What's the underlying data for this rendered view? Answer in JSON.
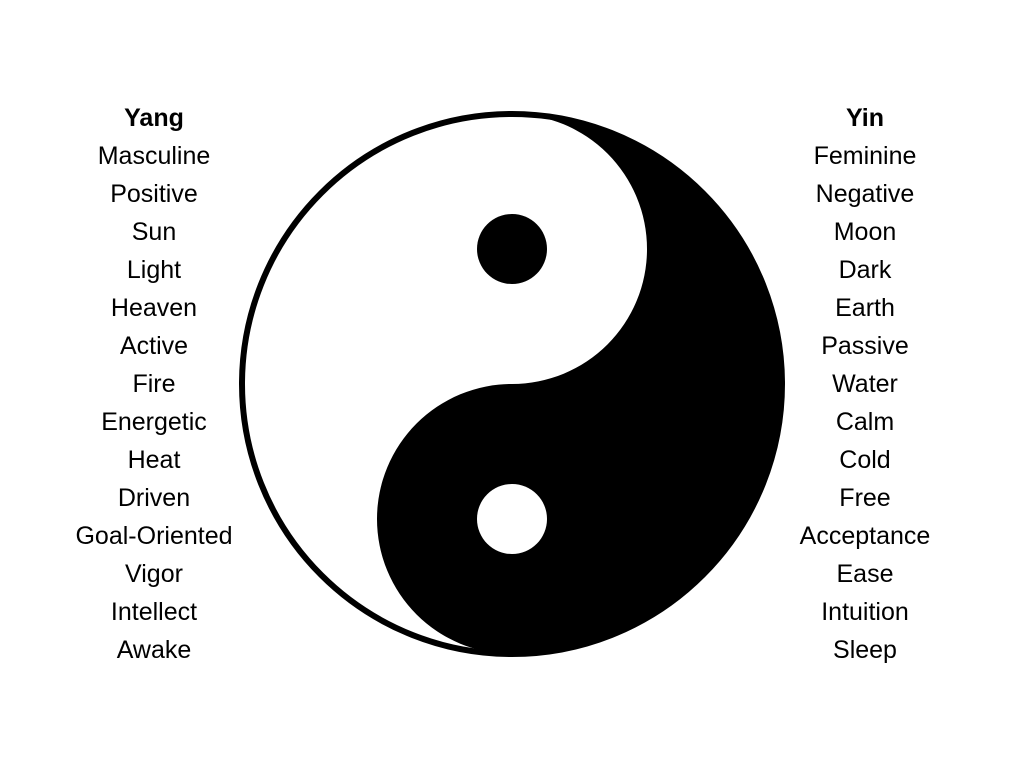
{
  "yang": {
    "heading": "Yang",
    "items": [
      "Masculine",
      "Positive",
      "Sun",
      "Light",
      "Heaven",
      "Active",
      "Fire",
      "Energetic",
      "Heat",
      "Driven",
      "Goal-Oriented",
      "Vigor",
      "Intellect",
      "Awake"
    ]
  },
  "yin": {
    "heading": "Yin",
    "items": [
      "Feminine",
      "Negative",
      "Moon",
      "Dark",
      "Earth",
      "Passive",
      "Water",
      "Calm",
      "Cold",
      "Free",
      "Acceptance",
      "Ease",
      "Intuition",
      "Sleep"
    ]
  },
  "symbol": {
    "name": "yin-yang-symbol",
    "yang_color": "#ffffff",
    "yin_color": "#000000"
  }
}
